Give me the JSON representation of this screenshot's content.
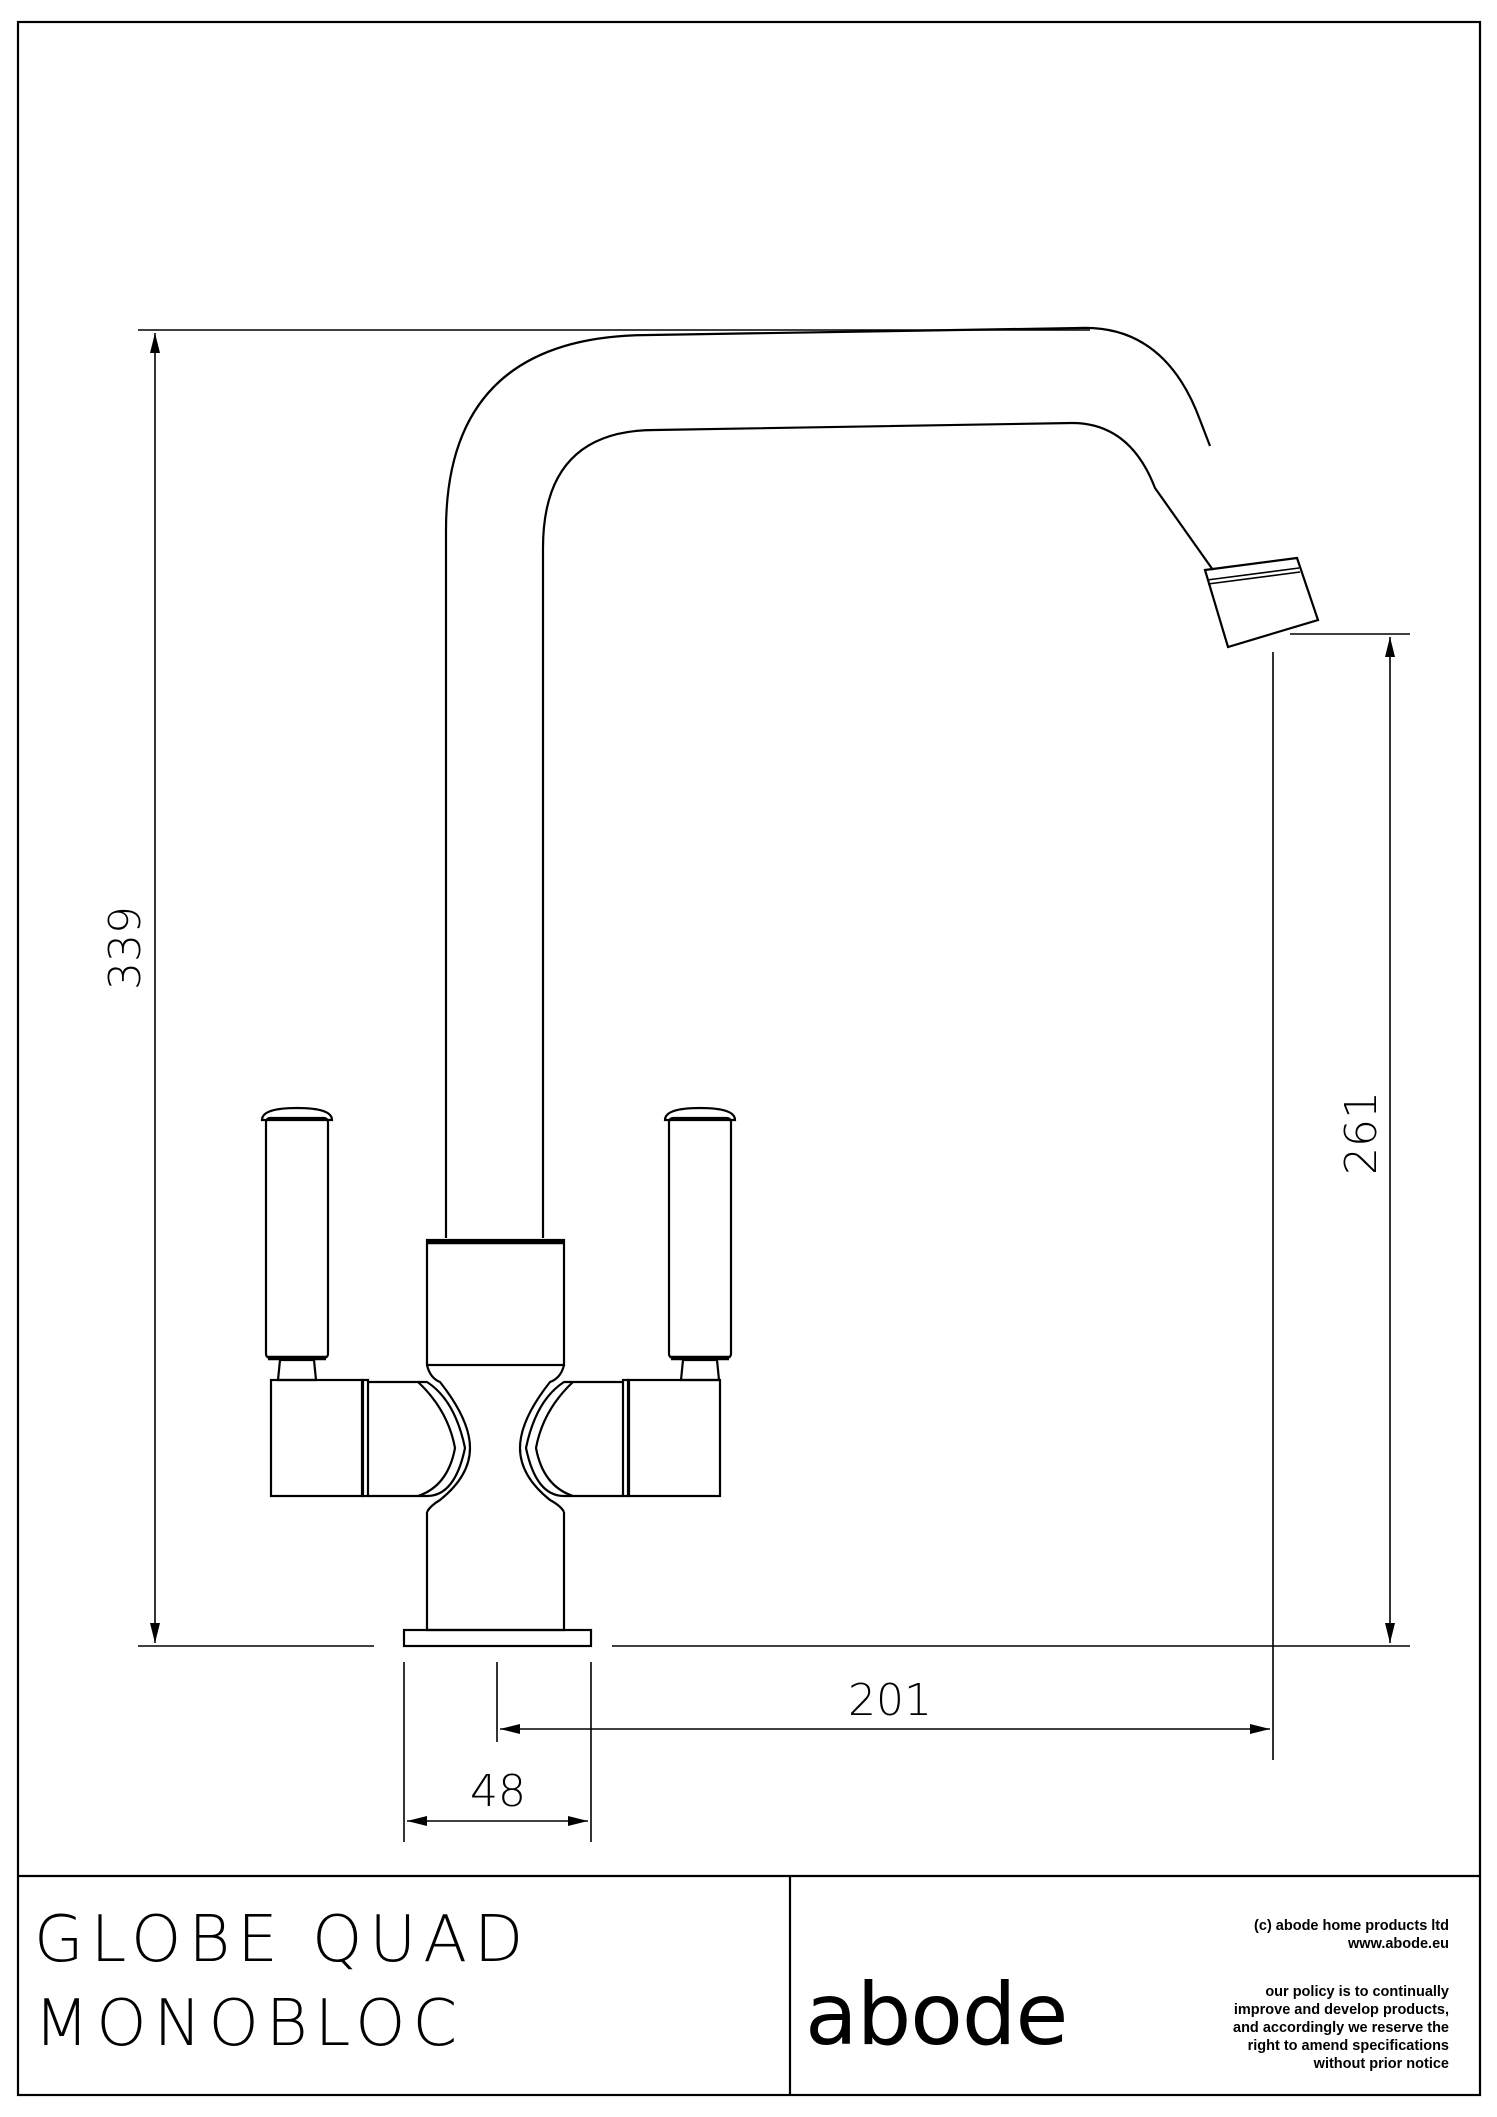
{
  "dimensions": {
    "overall_height": "339",
    "spout_height": "261",
    "spout_reach": "201",
    "base_width": "48"
  },
  "product": {
    "line1": "GLOBE QUAD",
    "line2": "MONOBLOC"
  },
  "brand": {
    "logo_text": "abode"
  },
  "notes": {
    "copyright": "(c) abode home products ltd",
    "website": "www.abode.eu",
    "policy": [
      "our policy is to continually",
      "improve and develop products,",
      "and accordingly we reserve the",
      "right to amend specifications",
      "without prior notice"
    ]
  }
}
